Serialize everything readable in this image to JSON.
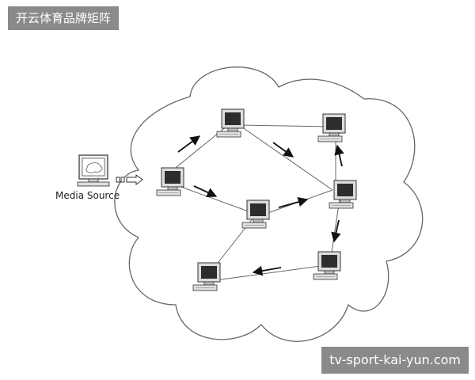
{
  "header": {
    "title": "开云体育品牌矩阵"
  },
  "footer": {
    "watermark": "tv-sport-kai-yun.com"
  },
  "diagram": {
    "source_label": "Media Source",
    "node_icon": "desktop-computer-icon",
    "source_icon": "monitor-icon",
    "colors": {
      "stroke": "#555555",
      "arrow": "#111111",
      "screen": "#2d2d2d"
    }
  }
}
